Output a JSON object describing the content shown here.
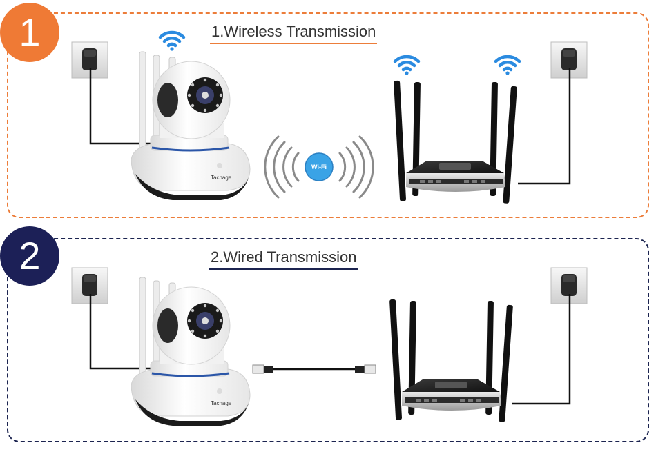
{
  "sections": [
    {
      "number": "1",
      "title": "1.Wireless Transmission"
    },
    {
      "number": "2",
      "title": "2.Wired Transmission"
    }
  ],
  "camera": {
    "brand": "Tachage"
  },
  "wifi_badge": {
    "label": "Wi-Fi"
  },
  "colors": {
    "orange": "#ec7d3a",
    "navy": "#1c2057",
    "wifi_blue": "#2b8be0"
  }
}
